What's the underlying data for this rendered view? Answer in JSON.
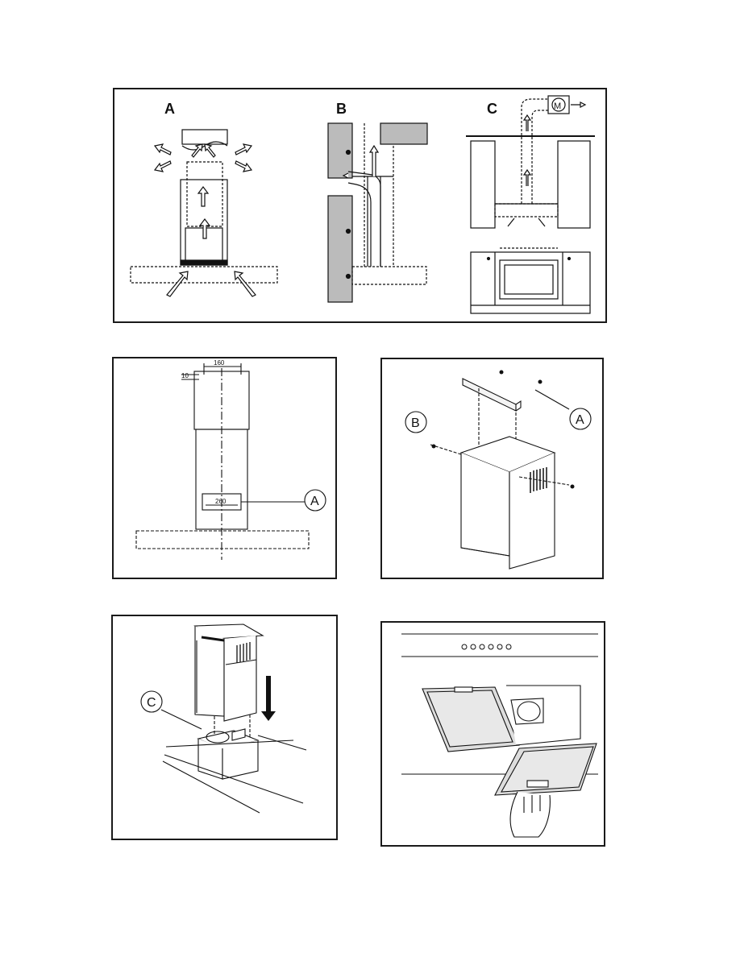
{
  "figure_top": {
    "label_a": "A",
    "label_b": "B",
    "label_c": "C",
    "motor_symbol": "M"
  },
  "figure_dimensions": {
    "top_width": "160",
    "top_offset": "10",
    "bottom_width": "260",
    "callout": "A"
  },
  "figure_assembly": {
    "callout_b": "B",
    "callout_a": "A"
  },
  "figure_install": {
    "callout_c": "C"
  },
  "figure_filter": {
    "button_count": 6
  }
}
